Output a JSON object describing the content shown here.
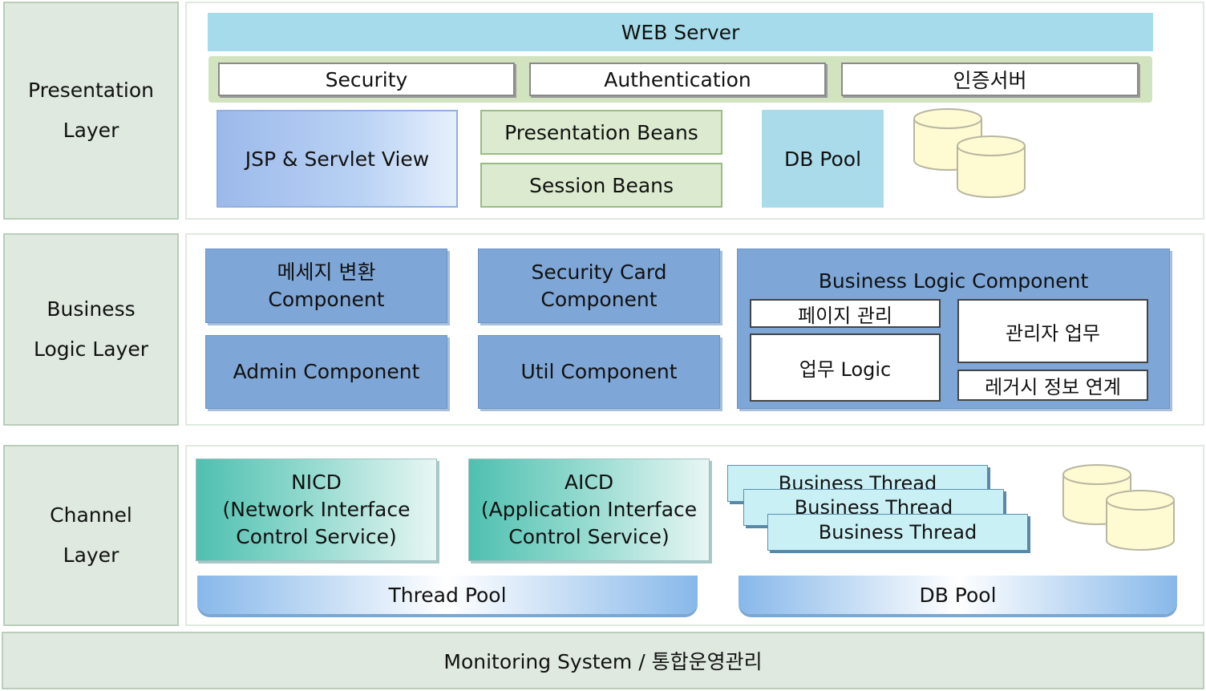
{
  "layers": {
    "presentation": "Presentation\nLayer",
    "business": "Business\nLogic Layer",
    "channel": "Channel\nLayer"
  },
  "presentation": {
    "web_server": "WEB Server",
    "security": "Security",
    "authentication": "Authentication",
    "auth_server": "인증서버",
    "jsp_view": "JSP & Servlet View",
    "presentation_beans": "Presentation Beans",
    "session_beans": "Session Beans",
    "db_pool": "DB Pool"
  },
  "business": {
    "message_component": "메세지 변환\nComponent",
    "security_card_component": "Security Card\nComponent",
    "admin_component": "Admin Component",
    "util_component": "Util Component",
    "blc_title": "Business Logic Component",
    "page_mgmt": "페이지 관리",
    "business_logic": "업무 Logic",
    "admin_work": "관리자 업무",
    "legacy_link": "레거시 정보 연계"
  },
  "channel": {
    "nicd": "NICD\n(Network Interface\nControl Service)",
    "aicd": "AICD\n(Application Interface\nControl Service)",
    "business_thread_1": "Business Thread",
    "business_thread_2": "Business Thread",
    "business_thread_3": "Business Thread",
    "thread_pool": "Thread Pool",
    "db_pool": "DB  Pool"
  },
  "monitoring": "Monitoring System / 통합운영관리"
}
